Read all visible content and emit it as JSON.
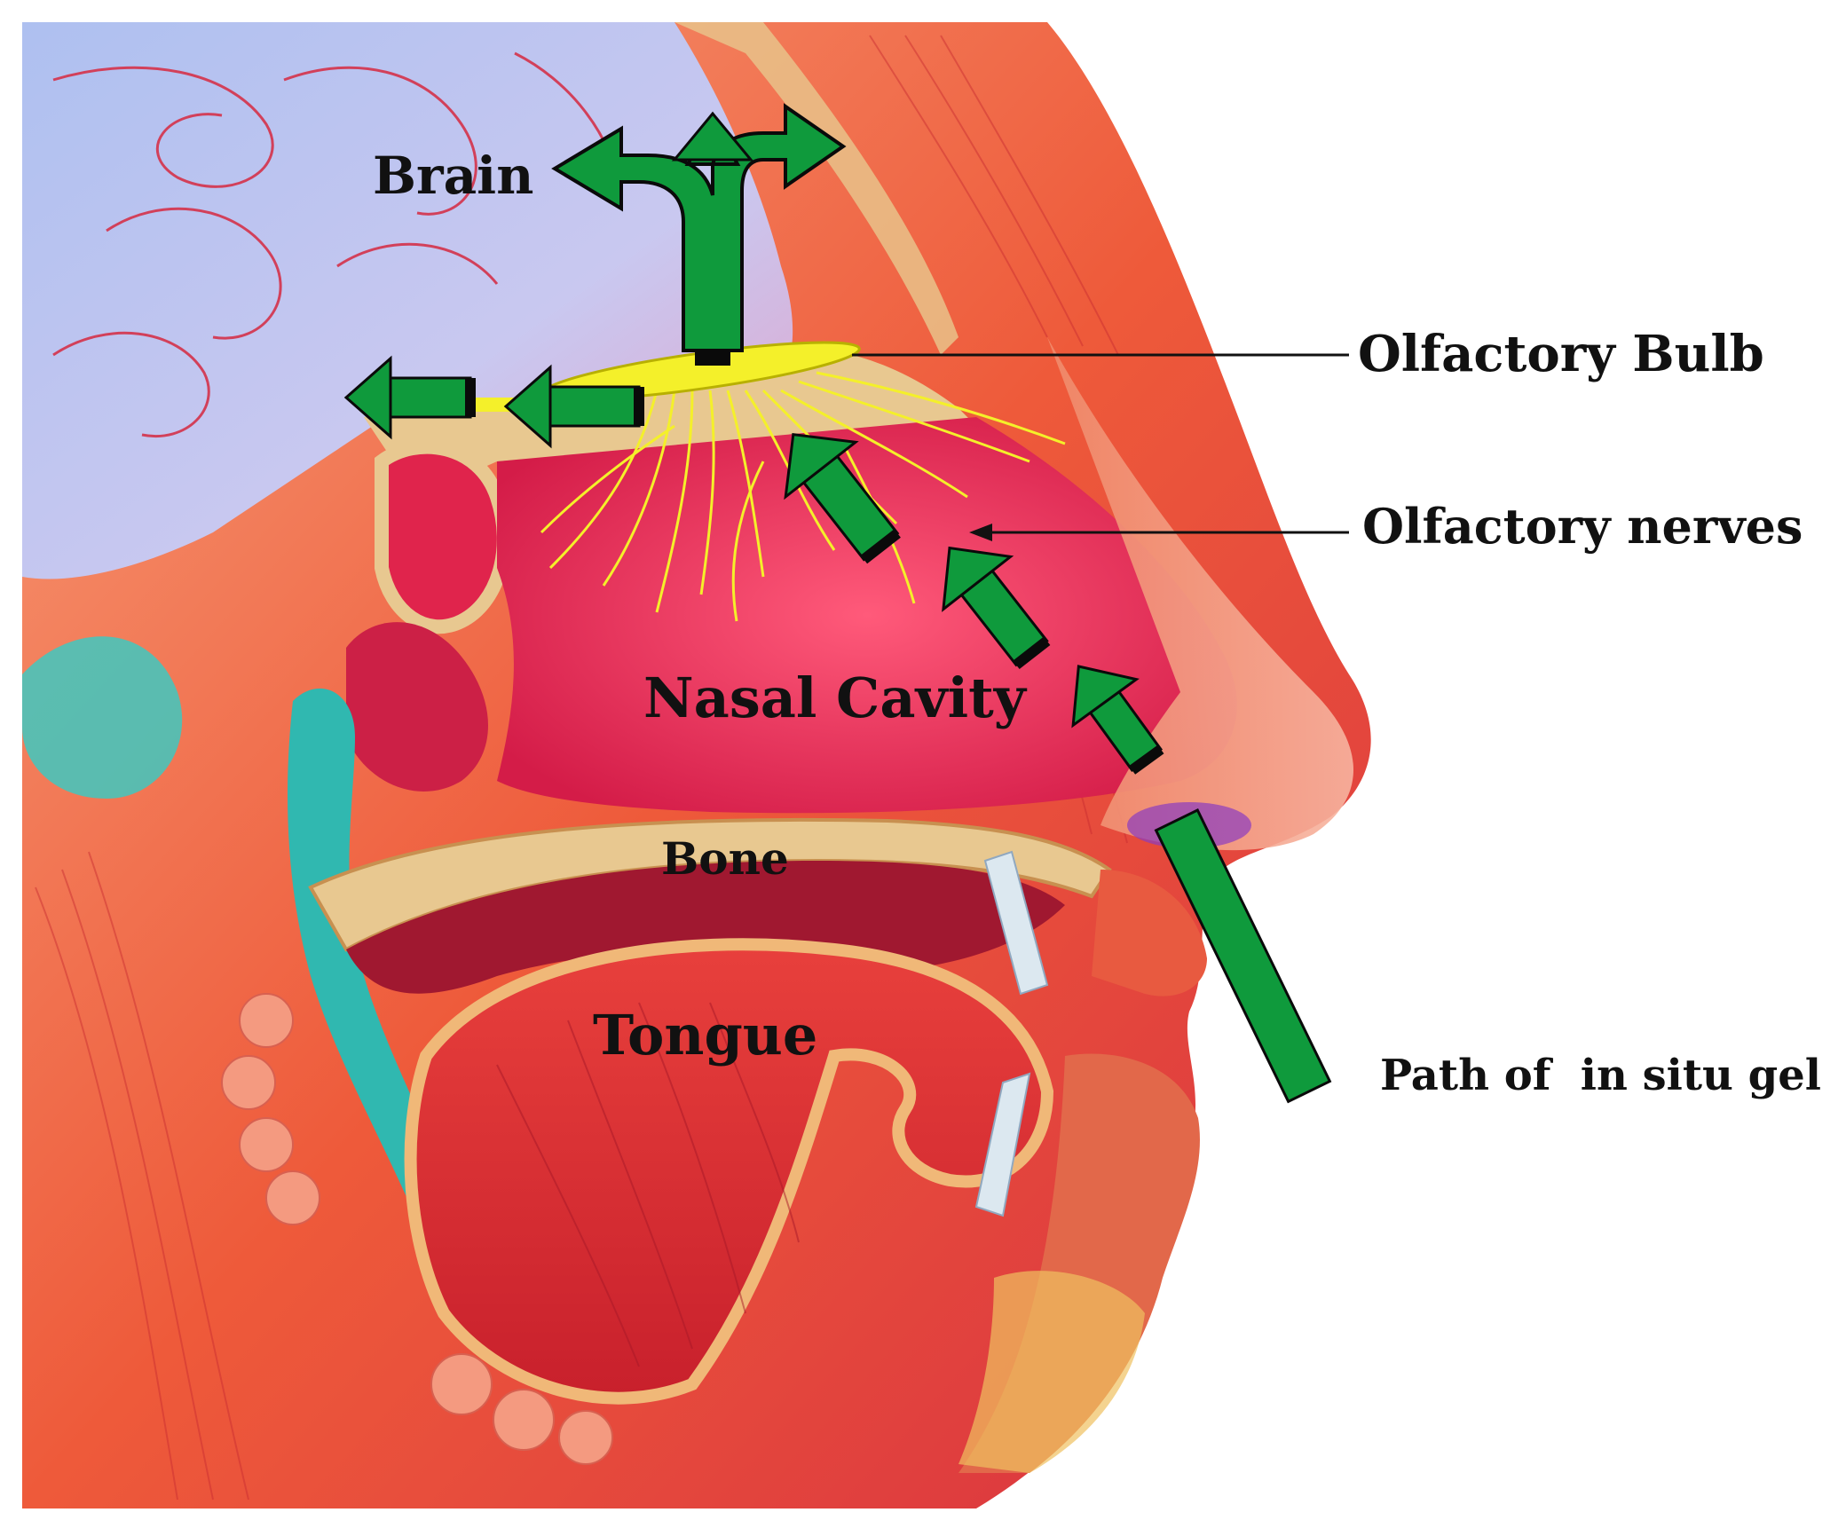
{
  "labels": {
    "brain": "Brain",
    "olfactory_bulb": "Olfactory Bulb",
    "olfactory_nerves": "Olfactory nerves",
    "nasal_cavity": "Nasal Cavity",
    "bone": "Bone",
    "tongue": "Tongue",
    "path": "Path of  in situ gel"
  },
  "colors": {
    "arrow_green": "#0f9a3c",
    "arrow_outline": "#0a0a0a",
    "nerve_yellow": "#f4f02a",
    "cavity_red": "#e8325a",
    "muscle_orange": "#f0643c",
    "brain_blue": "#b8c4f0",
    "bone_tan": "#e8c890",
    "leader_line": "#111111"
  }
}
